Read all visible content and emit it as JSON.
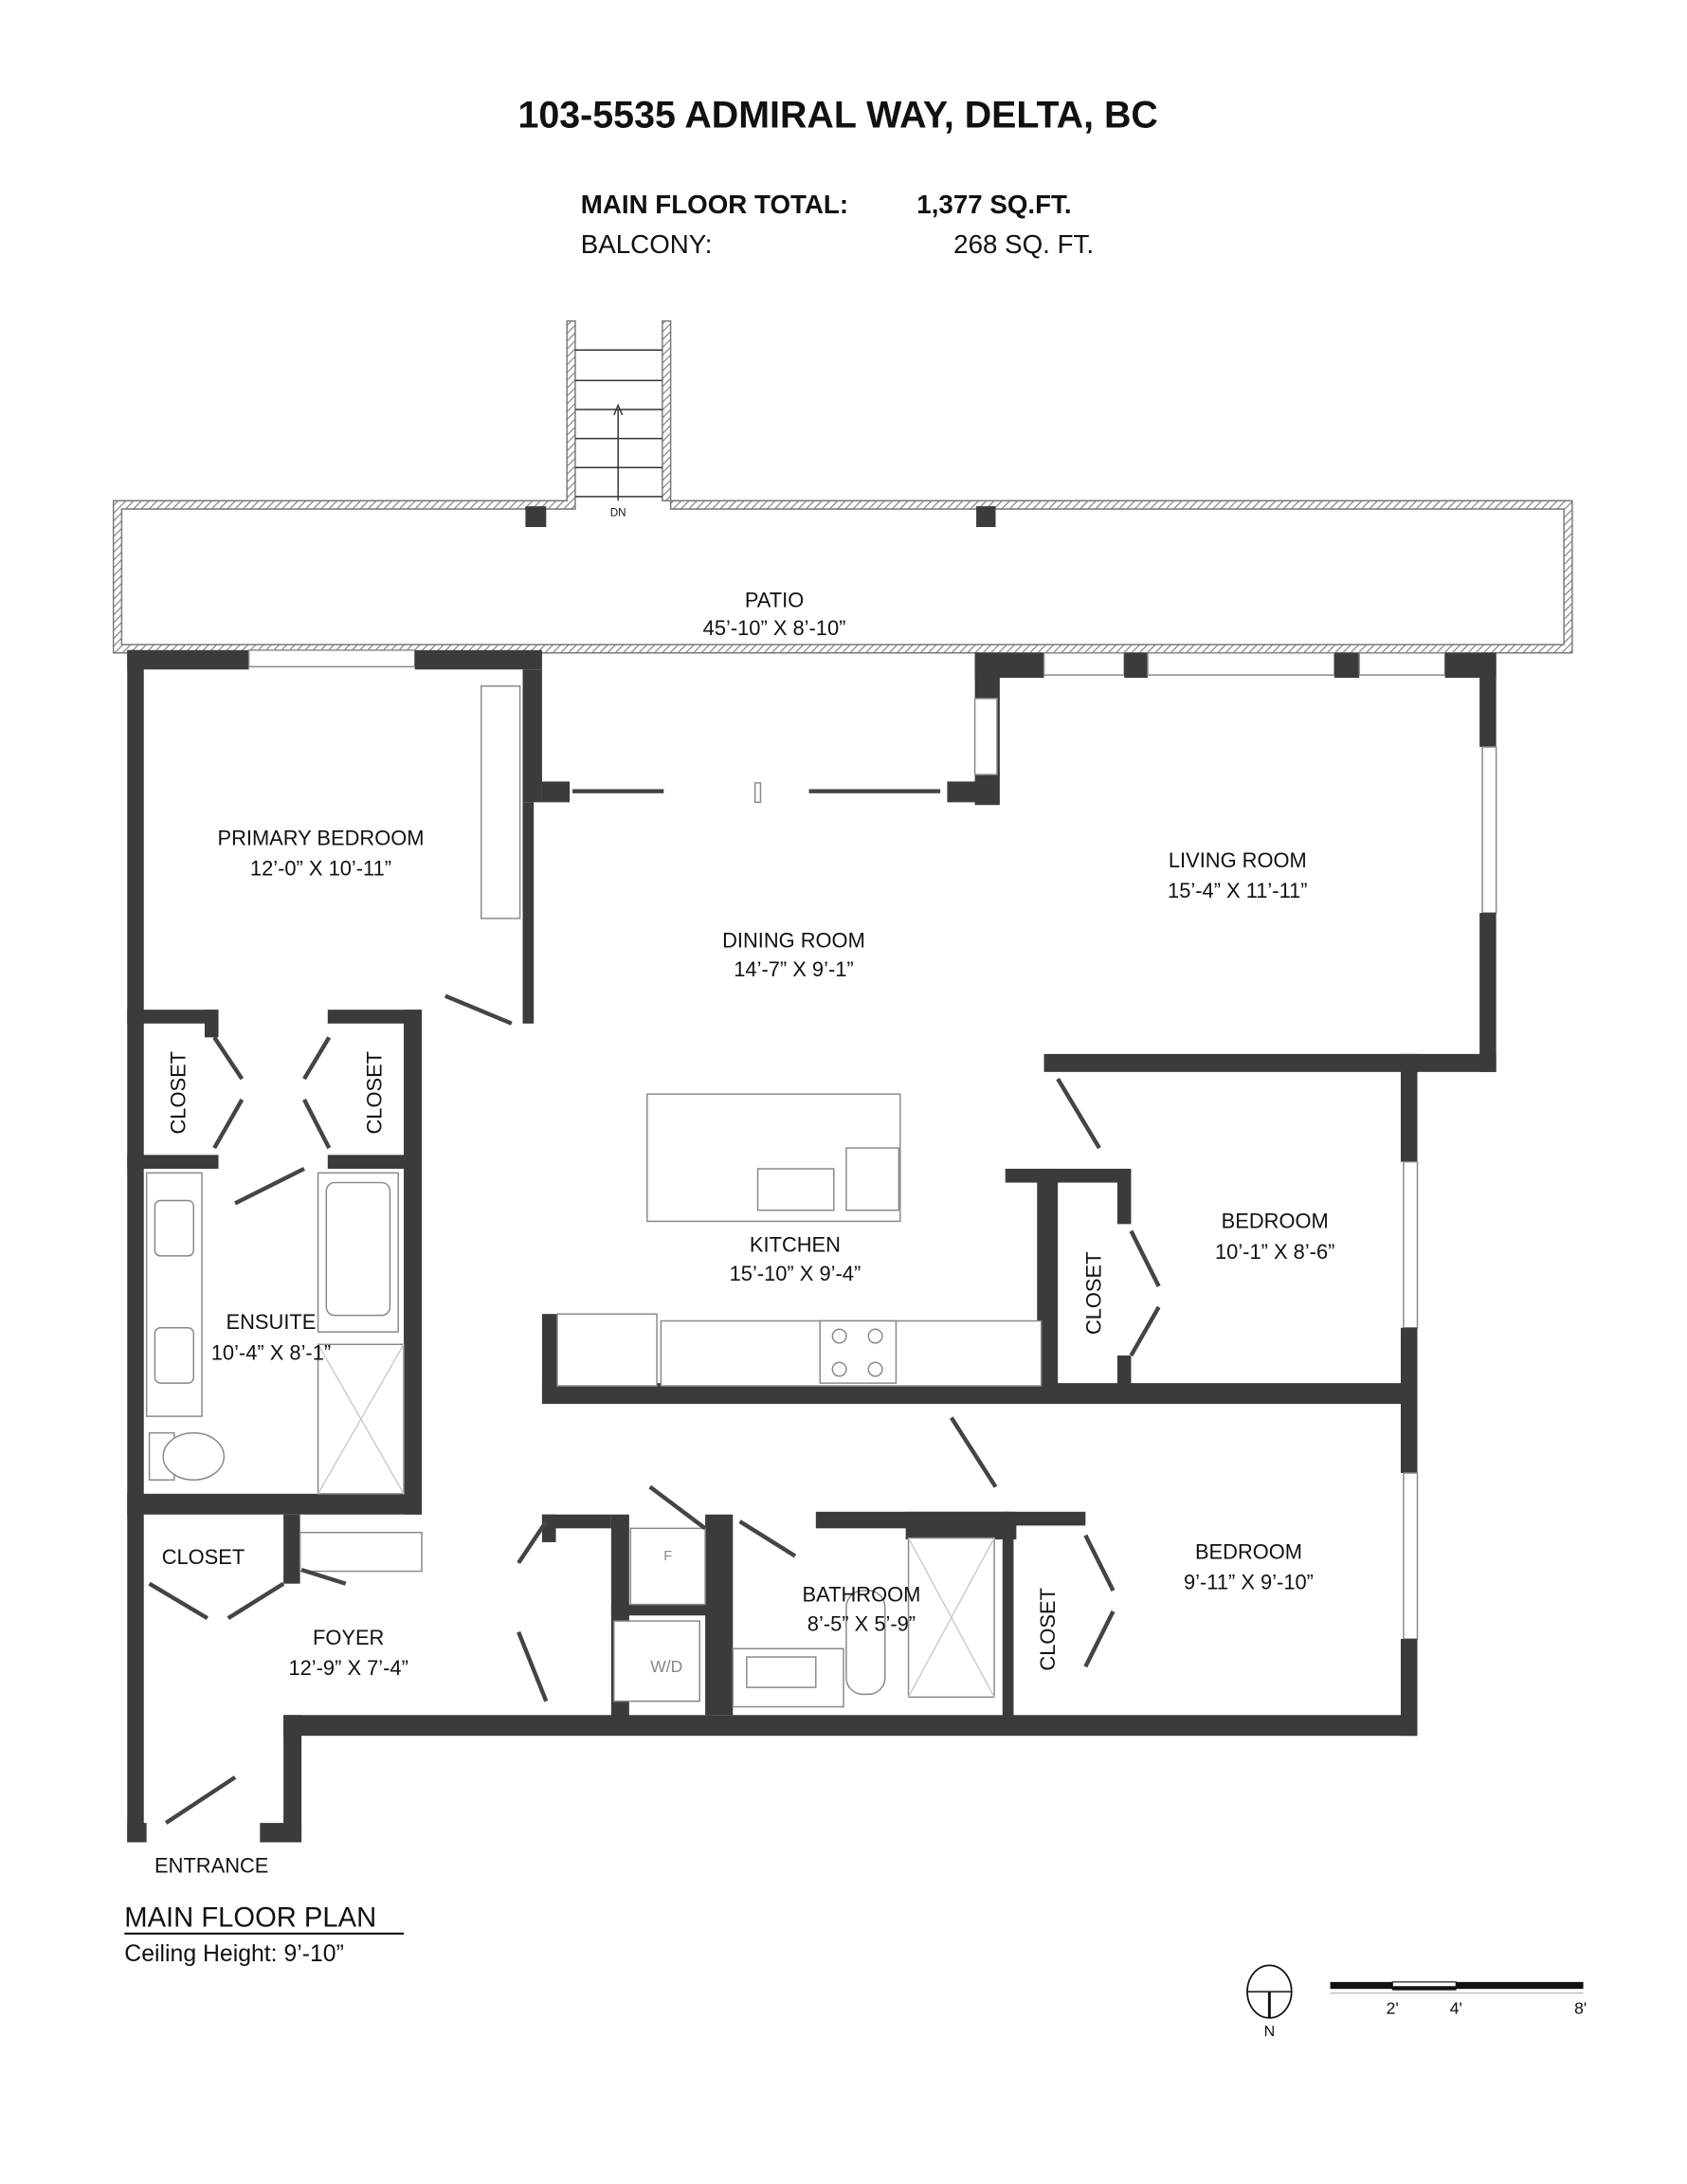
{
  "header": {
    "title": "103-5535 ADMIRAL WAY, DELTA, BC",
    "main_floor_label": "MAIN FLOOR TOTAL:",
    "main_floor_value": "1,377 SQ.FT.",
    "balcony_label": "BALCONY:",
    "balcony_value": "268 SQ. FT."
  },
  "stairs": {
    "label": "DN"
  },
  "rooms": {
    "patio": {
      "name": "PATIO",
      "size": "45’-10” X 8’-10”"
    },
    "primary_bedroom": {
      "name": "PRIMARY BEDROOM",
      "size": "12’-0” X 10’-11”"
    },
    "dining_room": {
      "name": "DINING ROOM",
      "size": "14’-7” X 9’-1”"
    },
    "living_room": {
      "name": "LIVING ROOM",
      "size": "15’-4” X 11’-11”"
    },
    "kitchen": {
      "name": "KITCHEN",
      "size": "15’-10” X 9’-4”"
    },
    "bedroom_2": {
      "name": "BEDROOM",
      "size": "10’-1” X 8’-6”"
    },
    "ensuite": {
      "name": "ENSUITE",
      "size": "10’-4” X 8’-1”"
    },
    "foyer": {
      "name": "FOYER",
      "size": "12’-9” X 7’-4”"
    },
    "bathroom": {
      "name": "BATHROOM",
      "size": "8’-5” X 5’-9”"
    },
    "bedroom_3": {
      "name": "BEDROOM",
      "size": "9’-11” X 9’-10”"
    },
    "closet_label": "CLOSET",
    "entrance": "ENTRANCE",
    "fridge": "F",
    "washer_dryer": "W/D"
  },
  "footer": {
    "plan_title": "MAIN FLOOR PLAN",
    "ceiling": "Ceiling Height: 9’-10”",
    "north": "N",
    "scale_ticks": [
      "2'",
      "4'",
      "8'"
    ]
  },
  "colors": {
    "wall": "#3b3b3b",
    "text": "#111111"
  }
}
